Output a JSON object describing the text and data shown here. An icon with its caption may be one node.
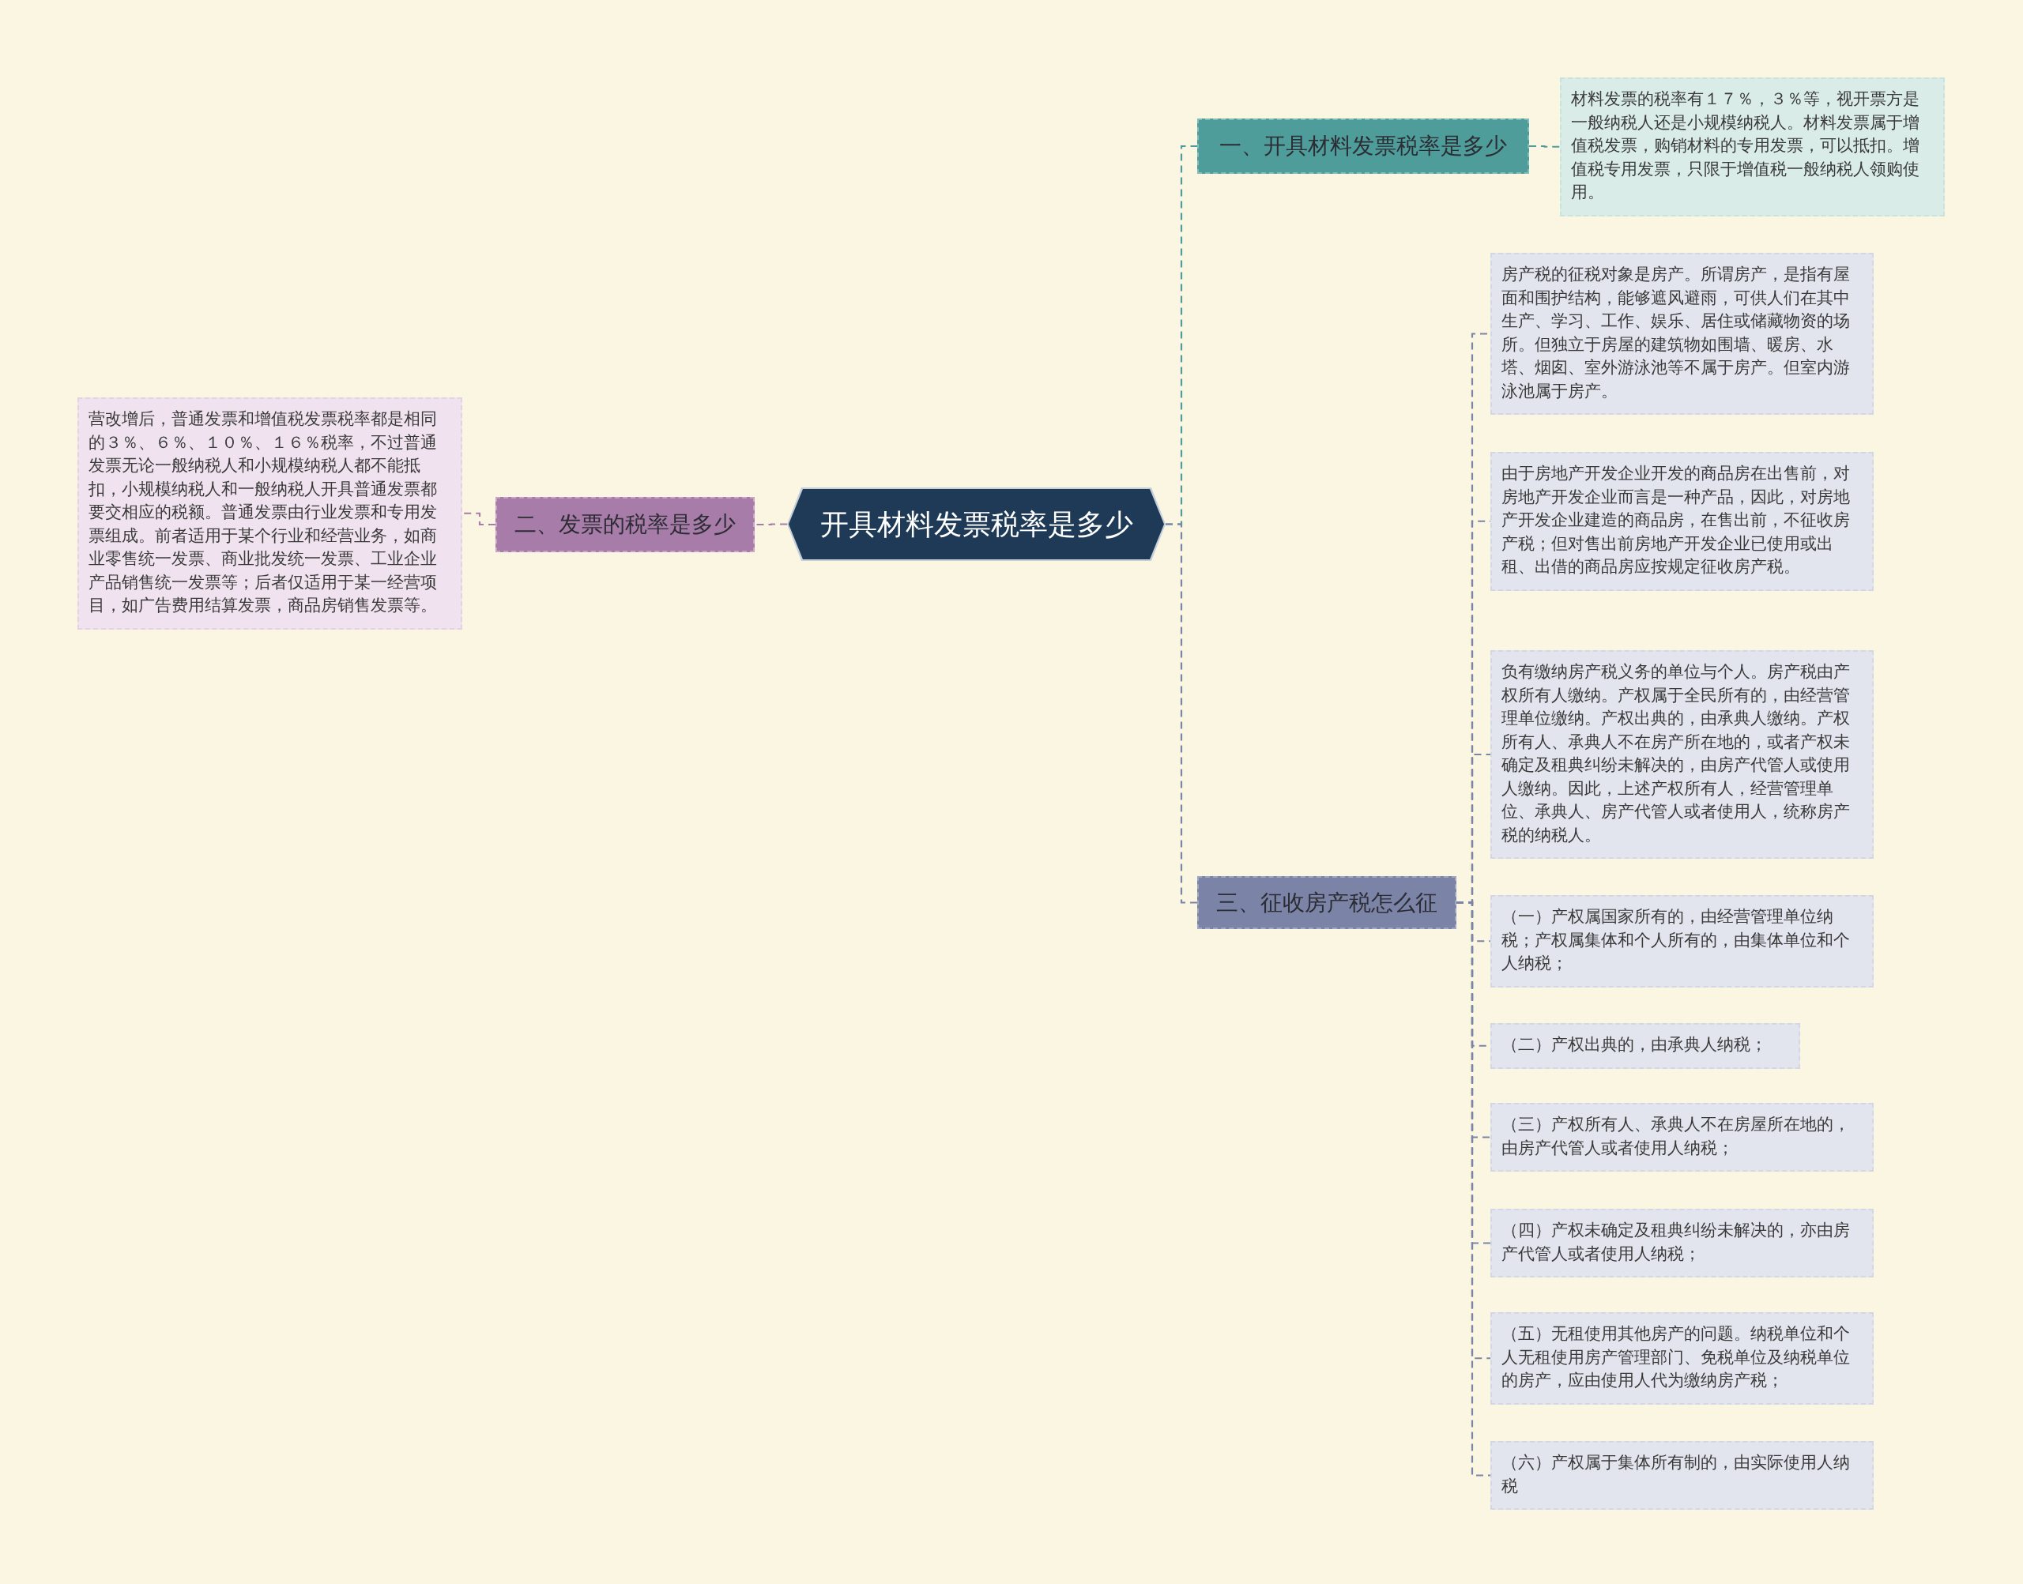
{
  "diagram": {
    "nodes": [
      {
        "text": [
          "开具材料发票税率是多少"
        ]
      },
      {
        "text": [
          "一、开具材料发票税率是多少"
        ]
      },
      {
        "text": [
          "材料发票的税率有１７％，３％等，视开票方是一般纳税人还是小规模纳税人。材料发票属于增值税发票，购销材料的专用发票，可以抵扣。增值税专用发票，只限于增值税一般纳税人领购使用。"
        ]
      },
      {
        "text": [
          "二、发票的税率是多少"
        ]
      },
      {
        "text": [
          "营改增后，普通发票和增值税发票税率都是相同的３％、６％、１０％、１６％税率，不过普通发票无论一般纳税人和小规模纳税人都不能抵扣，小规模纳税人和一般纳税人开具普通发票都要交相应的税额。普通发票由行业发票和专用发票组成。前者适用于某个行业和经营业务，如商业零售统一发票、商业批发统一发票、工业企业产品销售统一发票等；后者仅适用于某一经营项目，如广告费用结算发票，商品房销售发票等。"
        ]
      },
      {
        "text": [
          "三、征收房产税怎么征"
        ]
      },
      {
        "text": [
          "房产税的征税对象是房产。所谓房产，是指有屋面和围护结构，能够遮风避雨，可供人们在其中生产、学习、工作、娱乐、居住或储藏物资的场所。但独立于房屋的建筑物如围墙、暖房、水塔、烟囱、室外游泳池等不属于房产。但室内游泳池属于房产。"
        ]
      },
      {
        "text": [
          "由于房地产开发企业开发的商品房在出售前，对房地产开发企业而言是一种产品，因此，对房地产开发企业建造的商品房，在售出前，不征收房产税；但对售出前房地产开发企业已使用或出租、出借的商品房应按规定征收房产税。"
        ]
      },
      {
        "text": [
          "负有缴纳房产税义务的单位与个人。房产税由产权所有人缴纳。产权属于全民所有的，由经营管理单位缴纳。产权出典的，由承典人缴纳。产权所有人、承典人不在房产所在地的，或者产权未确定及租典纠纷未解决的，由房产代管人或使用人缴纳。因此，上述产权所有人，经营管理单位、承典人、房产代管人或者使用人，统称房产税的纳税人。"
        ]
      },
      {
        "text": [
          "（一）产权属国家所有的，由经营管理单位纳税；产权属集体和个人所有的，由集体单位和个人纳税；"
        ]
      },
      {
        "text": [
          "（二）产权出典的，由承典人纳税；"
        ]
      },
      {
        "text": [
          "（三）产权所有人、承典人不在房屋所在地的，由房产代管人或者使用人纳税；"
        ]
      },
      {
        "text": [
          "（四）产权未确定及租典纠纷未解决的，亦由房产代管人或者使用人纳税；"
        ]
      },
      {
        "text": [
          "（五）无租使用其他房产的问题。纳税单位和个人无租使用房产管理部门、免税单位及纳税单位的房产，应由使用人代为缴纳房产税；"
        ]
      },
      {
        "text": [
          "（六）产权属于集体所有制的，由实际使用人纳税"
        ]
      }
    ],
    "edges": [
      {
        "from": 0,
        "to": 1,
        "arrow": "none",
        "color": "#4f9d9a"
      },
      {
        "from": 1,
        "to": 2,
        "arrow": "none",
        "color": "#4f9d9a"
      },
      {
        "from": 0,
        "to": 3,
        "arrow": "none",
        "color": "#a87ca9"
      },
      {
        "from": 3,
        "to": 4,
        "arrow": "none",
        "color": "#a87ca9"
      },
      {
        "from": 0,
        "to": 5,
        "arrow": "none"
      },
      {
        "from": 5,
        "to": 6,
        "arrow": "none"
      },
      {
        "from": 5,
        "to": 7,
        "arrow": "none"
      },
      {
        "from": 5,
        "to": 8,
        "arrow": "none"
      },
      {
        "from": 5,
        "to": 9,
        "arrow": "none"
      },
      {
        "from": 5,
        "to": 10,
        "arrow": "none"
      },
      {
        "from": 5,
        "to": 11,
        "arrow": "none"
      },
      {
        "from": 5,
        "to": 12,
        "arrow": "none"
      },
      {
        "from": 5,
        "to": 13,
        "arrow": "none"
      },
      {
        "from": 5,
        "to": 14,
        "arrow": "none"
      }
    ]
  }
}
